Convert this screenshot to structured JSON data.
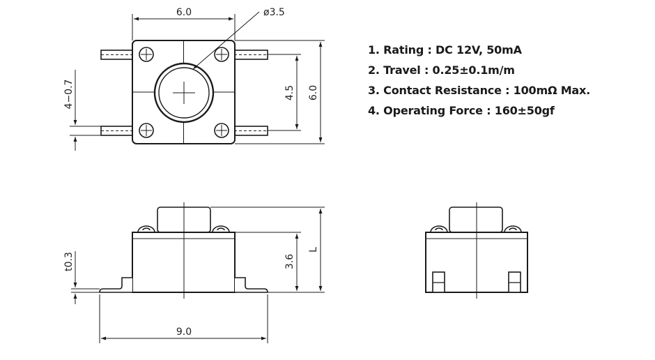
{
  "specs": [
    "1. Rating : DC 12V, 50mA",
    "2. Travel : 0.25±0.1m/m",
    "3. Contact Resistance : 100mΩ Max.",
    "4. Operating Force : 160±50gf"
  ],
  "dimensions": {
    "top_width": "6.0",
    "button_diameter": "ø3.5",
    "pin_pitch": "4.5",
    "top_height": "6.0",
    "pin_width": "4−0.7",
    "body_height": "3.6",
    "overall_height": "L",
    "lead_thickness": "t0.3",
    "overall_length": "9.0"
  },
  "colors": {
    "line": "#1a1a1a",
    "text": "#1a1a1a"
  }
}
